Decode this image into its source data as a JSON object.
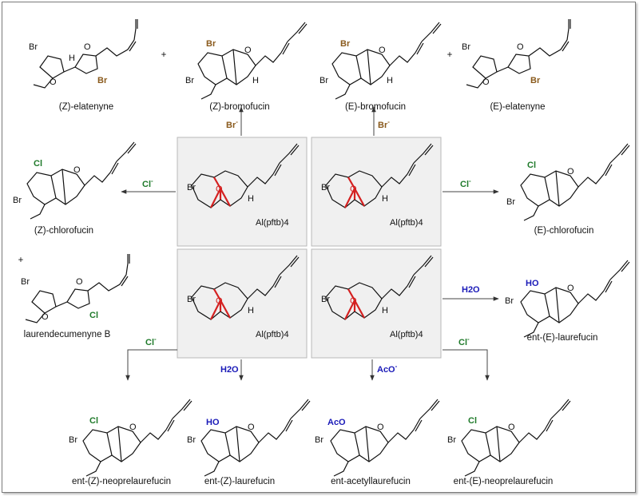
{
  "colors": {
    "bromide": "#8a5a1c",
    "blue_reagent": "#1a1ab8",
    "oxonium_bond": "#d42020",
    "chloride_atom": "#1f7a2a",
    "panel_bg": "#f0f0f0"
  },
  "compounds": {
    "z_elatenyne": "(Z)-elatenyne",
    "z_bromofucin": "(Z)-bromofucin",
    "e_bromofucin": "(E)-bromofucin",
    "e_elatenyne": "(E)-elatenyne",
    "z_chlorofucin": "(Z)-chlorofucin",
    "e_chlorofucin": "(E)-chlorofucin",
    "laurendecumenyne_b": "laurendecumenyne B",
    "ent_e_laurefucin": "ent-(E)-laurefucin",
    "ent_z_neoprelaurefucin": "ent-(Z)-neoprelaurefucin",
    "ent_z_laurefucin": "ent-(Z)-laurefucin",
    "ent_acetyllaurefucin": "ent-acetyllaurefucin",
    "ent_e_neoprelaurefucin": "ent-(E)-neoprelaurefucin"
  },
  "symbols": {
    "plus1": "+",
    "plus2": "+",
    "plus3": "+"
  },
  "reagents": {
    "br_left": "Br",
    "br_right": "Br",
    "cl_left": "Cl",
    "cl_right": "Cl",
    "h2o_right": "H2O",
    "cl_bottom_left": "Cl",
    "h2o_bottom": "H2O",
    "aco_bottom": "AcO",
    "cl_bottom_right": "Cl"
  },
  "counterion": "Al(pftb)4",
  "atoms": {
    "br": "Br",
    "cl": "Cl",
    "h": "H",
    "o": "O",
    "ho": "HO",
    "aco": "AcO"
  }
}
